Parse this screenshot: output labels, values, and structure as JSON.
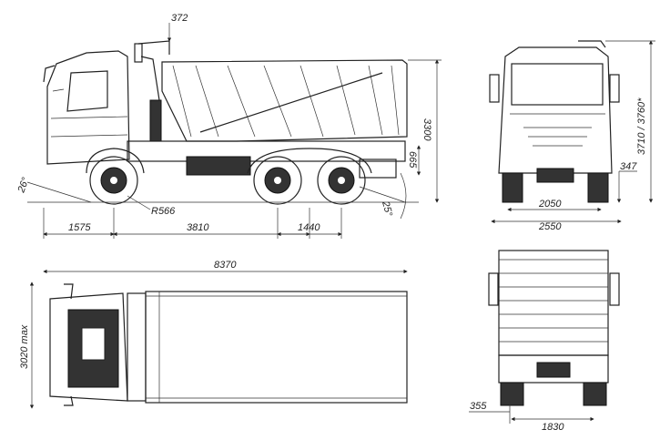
{
  "title": "Dump truck dimensional drawing",
  "side_view": {
    "cab_height_offset": "372",
    "overall_height": "3300",
    "frame_height": "665",
    "approach_angle": "26°",
    "turn_radius": "R566",
    "departure_angle": "25°",
    "front_overhang": "1575",
    "wheelbase": "3810",
    "tandem_spacing": "1440"
  },
  "front_view": {
    "track_width": "2050",
    "overall_width": "2550",
    "ground_clearance": "347",
    "cab_height": "3710 / 3760*"
  },
  "top_view": {
    "overall_length": "8370",
    "mirror_width": "3020 max"
  },
  "rear_view": {
    "rear_clearance": "355",
    "rear_track": "1830"
  }
}
